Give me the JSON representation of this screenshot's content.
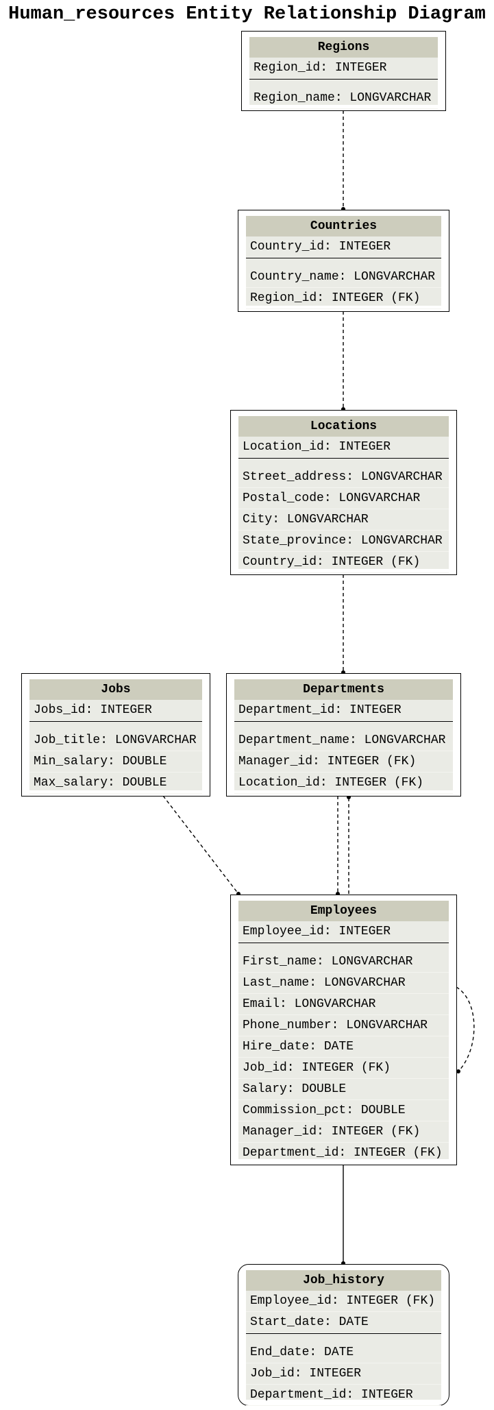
{
  "title": "Human_resources Entity Relationship Diagram",
  "entities": {
    "regions": {
      "name": "Regions",
      "keys": [
        "Region_id: INTEGER"
      ],
      "attributes": [
        "Region_name: LONGVARCHAR"
      ]
    },
    "countries": {
      "name": "Countries",
      "keys": [
        "Country_id: INTEGER"
      ],
      "attributes": [
        "Country_name: LONGVARCHAR",
        "Region_id: INTEGER (FK)"
      ]
    },
    "locations": {
      "name": "Locations",
      "keys": [
        "Location_id: INTEGER"
      ],
      "attributes": [
        "Street_address: LONGVARCHAR",
        "Postal_code: LONGVARCHAR",
        "City: LONGVARCHAR",
        "State_province: LONGVARCHAR",
        "Country_id: INTEGER (FK)"
      ]
    },
    "jobs": {
      "name": "Jobs",
      "keys": [
        "Jobs_id: INTEGER"
      ],
      "attributes": [
        "Job_title: LONGVARCHAR",
        "Min_salary: DOUBLE",
        "Max_salary: DOUBLE"
      ]
    },
    "departments": {
      "name": "Departments",
      "keys": [
        "Department_id: INTEGER"
      ],
      "attributes": [
        "Department_name: LONGVARCHAR",
        "Manager_id: INTEGER (FK)",
        "Location_id: INTEGER (FK)"
      ]
    },
    "employees": {
      "name": "Employees",
      "keys": [
        "Employee_id: INTEGER"
      ],
      "attributes": [
        "First_name: LONGVARCHAR",
        "Last_name: LONGVARCHAR",
        "Email: LONGVARCHAR",
        "Phone_number: LONGVARCHAR",
        "Hire_date: DATE",
        "Job_id: INTEGER (FK)",
        "Salary: DOUBLE",
        "Commission_pct: DOUBLE",
        "Manager_id: INTEGER (FK)",
        "Department_id: INTEGER (FK)"
      ]
    },
    "job_history": {
      "name": "Job_history",
      "keys": [
        "Employee_id: INTEGER (FK)",
        "Start_date: DATE"
      ],
      "attributes": [
        "End_date: DATE",
        "Job_id: INTEGER",
        "Department_id: INTEGER"
      ]
    }
  },
  "relationships": [
    {
      "from": "regions",
      "to": "countries",
      "style": "dashed"
    },
    {
      "from": "countries",
      "to": "locations",
      "style": "dashed"
    },
    {
      "from": "locations",
      "to": "departments",
      "style": "dashed"
    },
    {
      "from": "jobs",
      "to": "employees",
      "style": "dashed"
    },
    {
      "from": "departments",
      "to": "employees",
      "style": "dashed"
    },
    {
      "from": "employees",
      "to": "departments",
      "style": "dashed"
    },
    {
      "from": "employees",
      "to": "employees",
      "style": "dashed"
    },
    {
      "from": "employees",
      "to": "job_history",
      "style": "solid"
    }
  ]
}
